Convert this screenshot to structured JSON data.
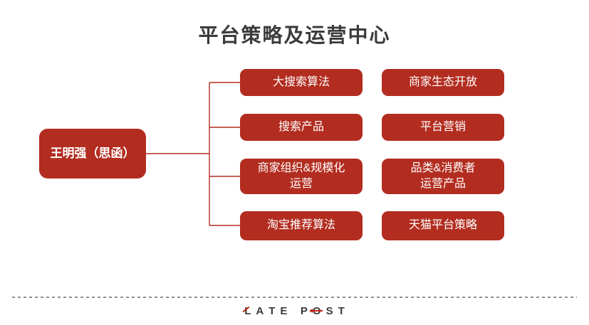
{
  "title": "平台策略及运营中心",
  "org": {
    "root": "王明强（思函）",
    "left_column": [
      "大搜索算法",
      "搜索产品",
      "商家组织&规模化\n运营",
      "淘宝推荐算法"
    ],
    "right_column": [
      "商家生态开放",
      "平台营销",
      "品类&消费者\n运营产品",
      "天猫平台策略"
    ]
  },
  "footer": {
    "logo_letters": [
      "L",
      "A",
      "T",
      "E",
      "P",
      "O",
      "S",
      "T"
    ]
  },
  "colors": {
    "box_red": "#b22d20",
    "connector_red": "#b22d20",
    "title_text": "#3b3b3b",
    "logo_text": "#3a3a3a",
    "logo_accent_red": "#c22214",
    "divider_gray": "#909090"
  }
}
